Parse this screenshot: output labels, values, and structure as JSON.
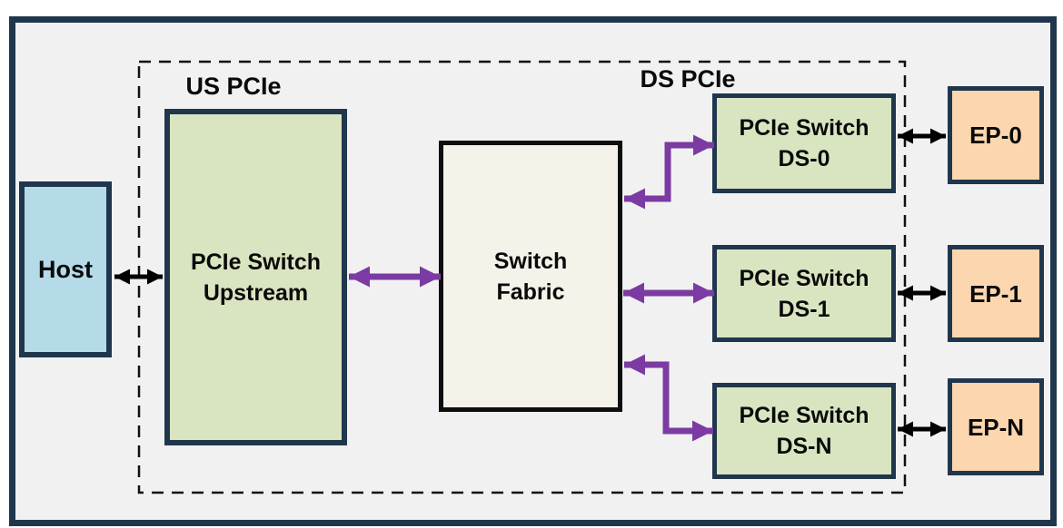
{
  "diagram": {
    "labels": {
      "us_region": "US PCIe",
      "ds_region": "DS PCIe"
    },
    "host": {
      "label": "Host"
    },
    "upstream_switch": {
      "line1": "PCIe Switch",
      "line2": "Upstream"
    },
    "switch_fabric": {
      "line1": "Switch",
      "line2": "Fabric"
    },
    "ds_switches": [
      {
        "line1": "PCIe Switch",
        "line2": "DS-0"
      },
      {
        "line1": "PCIe Switch",
        "line2": "DS-1"
      },
      {
        "line1": "PCIe Switch",
        "line2": "DS-N"
      }
    ],
    "endpoints": [
      {
        "label": "EP-0"
      },
      {
        "label": "EP-1"
      },
      {
        "label": "EP-N"
      }
    ],
    "colors": {
      "background": "#f1f1f2",
      "frame_border": "#20364d",
      "host_fill": "#b5dbe8",
      "switch_fill": "#d9e5c1",
      "fabric_fill": "#f5f3e9",
      "fabric_border": "#0e0e0e",
      "endpoint_fill": "#fcd6ae",
      "fabric_link_arrow": "#7b3ba2",
      "host_endpoint_arrow": "#000000"
    }
  }
}
